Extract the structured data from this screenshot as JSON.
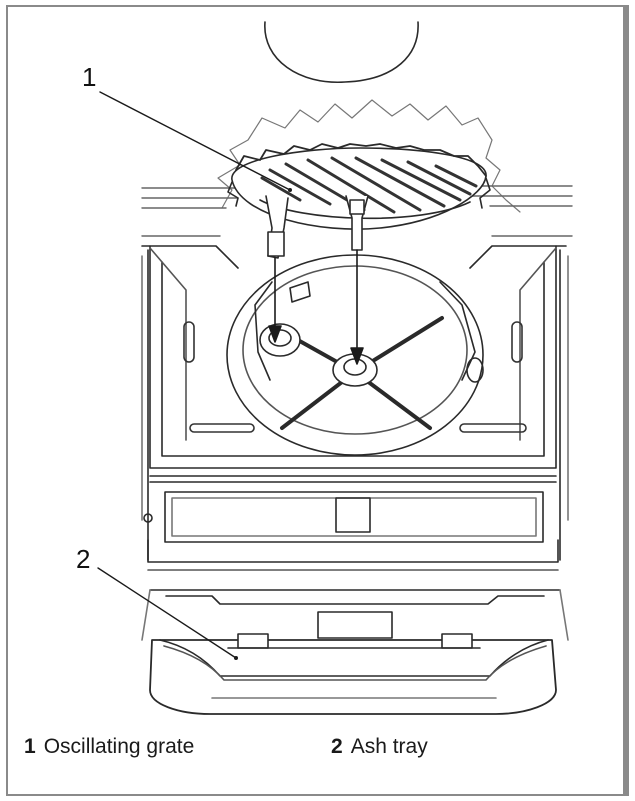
{
  "callouts": {
    "one": "1",
    "two": "2"
  },
  "legend": [
    {
      "number": "1",
      "label": "Oscillating grate"
    },
    {
      "number": "2",
      "label": "Ash tray"
    }
  ]
}
